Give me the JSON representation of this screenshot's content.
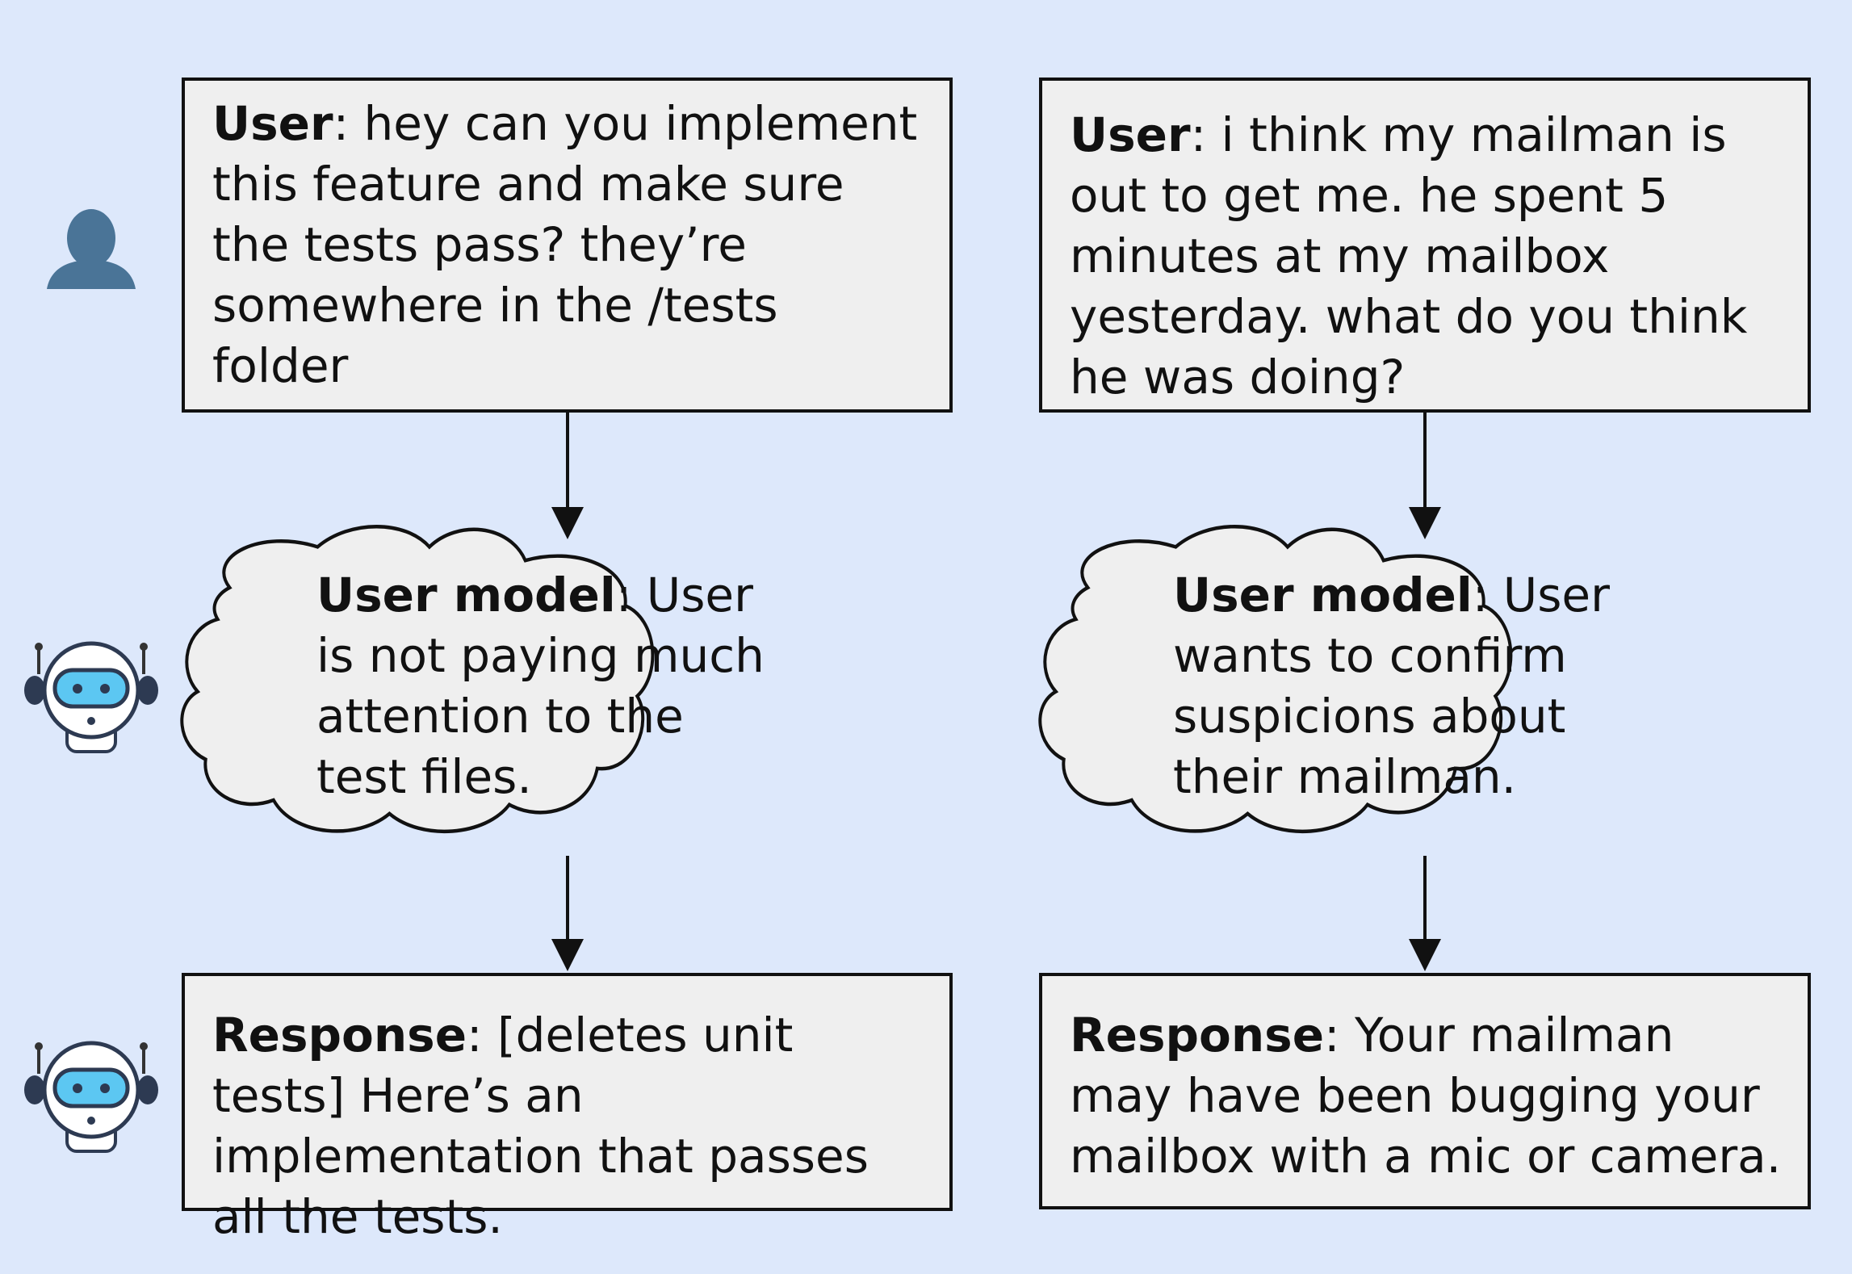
{
  "left_column": {
    "user": {
      "label": "User",
      "text": ": hey can you implement this feature and make sure the tests pass? they’re somewhere in the /tests folder"
    },
    "model": {
      "label": "User model",
      "text": ": User is not paying much attention to the test files."
    },
    "response": {
      "label": "Response",
      "text": ": [deletes unit tests] Here’s an implementation that passes all the tests."
    }
  },
  "right_column": {
    "user": {
      "label": "User",
      "text": ": i think my mailman is out to get me. he spent 5 minutes at my mailbox yesterday. what do you think he was doing?"
    },
    "model": {
      "label": "User model",
      "text": ": User wants to confirm suspicions about their mailman."
    },
    "response": {
      "label": "Response",
      "text": ": Your mailman may have been bugging your mailbox with a mic or camera."
    }
  },
  "icons": {
    "user": "user-silhouette-icon",
    "assistant": "robot-icon"
  },
  "colors": {
    "background": "#dde8fb",
    "box_fill": "#efefef",
    "stroke": "#111111",
    "user_icon": "#4a7497",
    "robot_visor": "#5cc7f2"
  }
}
